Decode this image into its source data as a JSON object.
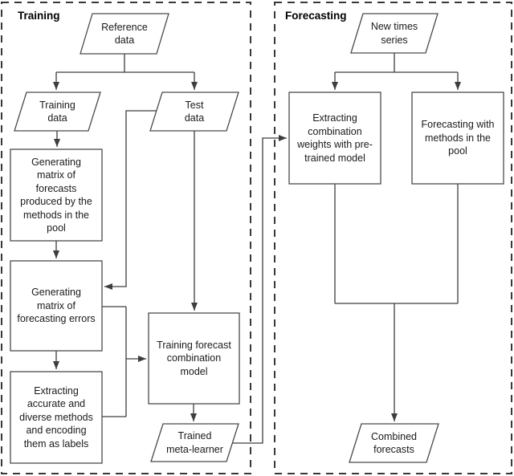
{
  "sections": {
    "training": {
      "title": "Training"
    },
    "forecasting": {
      "title": "Forecasting"
    }
  },
  "nodes": {
    "reference_data": {
      "label": "Reference\ndata",
      "shape": "parallelogram"
    },
    "training_data": {
      "label": "Training\ndata",
      "shape": "parallelogram"
    },
    "test_data": {
      "label": "Test\ndata",
      "shape": "parallelogram"
    },
    "generating_forecast_matrix": {
      "label": "Generating\nmatrix of\nforecasts\nproduced by the\nmethods in the\npool",
      "shape": "rectangle"
    },
    "generating_error_matrix": {
      "label": "Generating\nmatrix of\nforecasting errors",
      "shape": "rectangle"
    },
    "extracting_labels": {
      "label": "Extracting\naccurate and\ndiverse methods\nand encoding\nthem as labels",
      "shape": "rectangle"
    },
    "training_combination_model": {
      "label": "Training forecast\ncombination\nmodel",
      "shape": "rectangle"
    },
    "trained_meta_learner": {
      "label": "Trained\nmeta-learner",
      "shape": "parallelogram"
    },
    "new_times_series": {
      "label": "New times\nseries",
      "shape": "parallelogram"
    },
    "extracting_weights": {
      "label": "Extracting\ncombination\nweights with pre-\ntrained model",
      "shape": "rectangle"
    },
    "forecasting_pool": {
      "label": "Forecasting with\nmethods in the\npool",
      "shape": "rectangle"
    },
    "combined_forecasts": {
      "label": "Combined\nforecasts",
      "shape": "parallelogram"
    }
  },
  "colors": {
    "background": "#ffffff",
    "shape_stroke": "#4a4a4a",
    "connector_stroke": "#3d3d3d",
    "section_border": "#383838",
    "text": "#1a1a1a"
  }
}
